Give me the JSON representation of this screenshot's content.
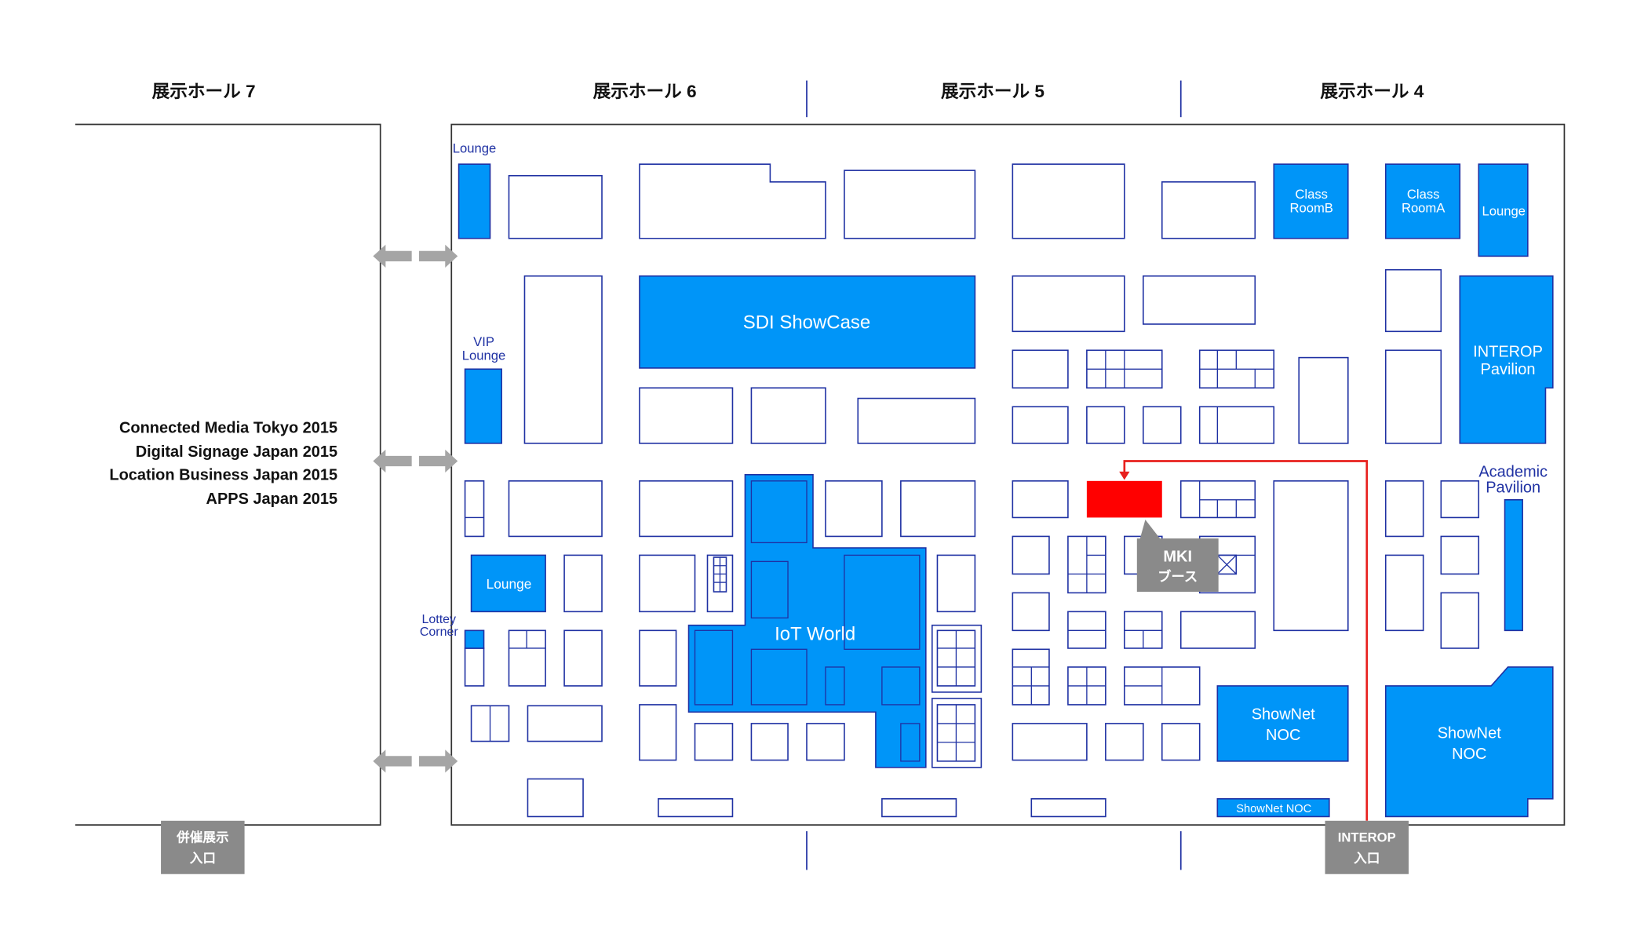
{
  "halls": {
    "hall_7": "展示ホール 7",
    "hall_6": "展示ホール 6",
    "hall_5": "展示ホール 5",
    "hall_4": "展示ホール 4"
  },
  "co_located_shows": [
    "Connected Media Tokyo 2015",
    "Digital Signage Japan 2015",
    "Location Business Japan 2015",
    "APPS Japan 2015"
  ],
  "entrances": {
    "co_located": {
      "line1": "併催展示",
      "line2": "入口"
    },
    "interop": {
      "line1": "INTEROP",
      "line2": "入口"
    }
  },
  "areas": {
    "lounge_hall6_top": "Lounge",
    "vip_lounge": {
      "line1": "VIP",
      "line2": "Lounge"
    },
    "lounge_hall6_mid": "Lounge",
    "lottery_corner": {
      "line1": "Lottey",
      "line2": "Corner"
    },
    "sdi_showcase": "SDI ShowCase",
    "iot_world": "IoT World",
    "class_room_b": {
      "line1": "Class",
      "line2": "RoomB"
    },
    "class_room_a": {
      "line1": "Class",
      "line2": "RoomA"
    },
    "lounge_hall4": "Lounge",
    "interop_pavilion": {
      "line1": "INTEROP",
      "line2": "Pavilion"
    },
    "academic_pavilion": {
      "line1": "Academic",
      "line2": "Pavilion"
    },
    "shownet_noc_hall5": {
      "line1": "ShowNet",
      "line2": "NOC"
    },
    "shownet_noc_strip": "ShowNet NOC",
    "shownet_noc_hall4": {
      "line1": "ShowNet",
      "line2": "NOC"
    }
  },
  "highlight": {
    "line1": "MKI",
    "line2": "ブース"
  },
  "colors": {
    "area_fill": "#0095f8",
    "outline": "#1f31a3",
    "label_text": "#1f31a3",
    "highlight": "#ff0000",
    "route": "#e8201e",
    "callout": "#8a8a8a",
    "arrow": "#a5a5a5"
  }
}
